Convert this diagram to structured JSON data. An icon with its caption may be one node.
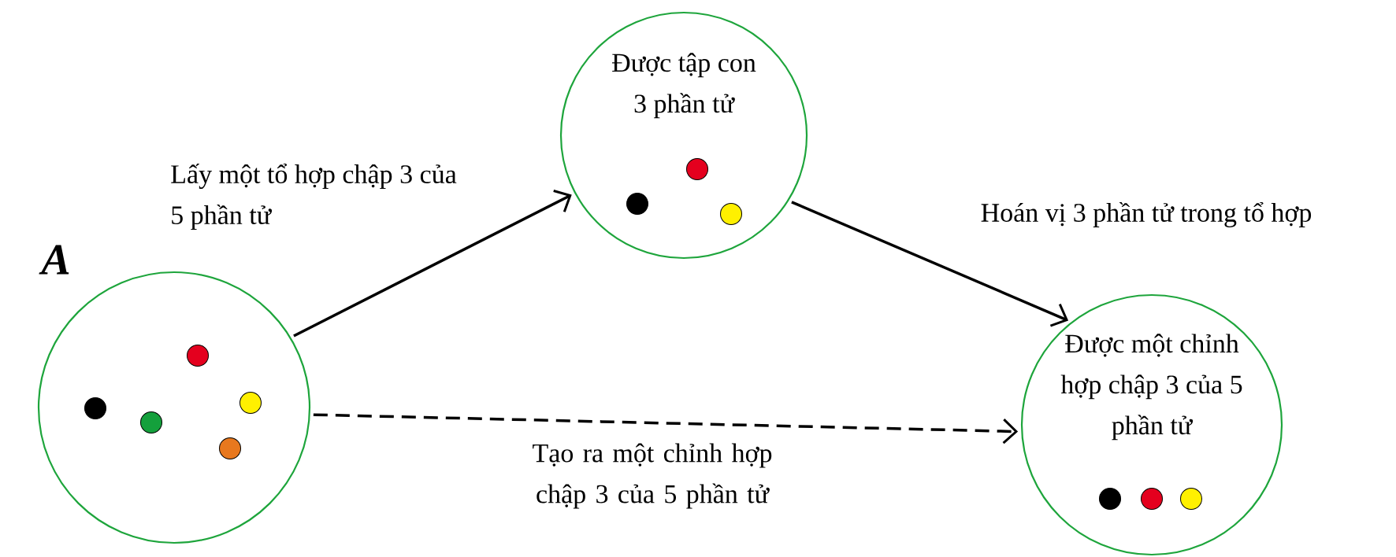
{
  "diagram": {
    "nodes": [
      {
        "text": [],
        "shape": "circle",
        "beside": [
          "A"
        ]
      },
      {
        "text": [
          "Được tập con 3 phần tử"
        ]
      },
      {
        "text": [
          "Được một chỉnh hợp chập 3 của 5 phần tử"
        ]
      }
    ],
    "edges": [
      {
        "from": 0,
        "to": 1,
        "arrow": "to",
        "label": "Lấy một tổ hợp chập 3 của 5 phần tử"
      },
      {
        "from": 1,
        "to": 2,
        "arrow": "to",
        "label": "Hoán vị 3 phần tử trong tổ hợp"
      },
      {
        "from": 0,
        "to": 2,
        "arrow": "to",
        "label": "Tạo ra một chỉnh hợp chập 3 của 5 phần tử",
        "style": "dashed"
      }
    ]
  }
}
